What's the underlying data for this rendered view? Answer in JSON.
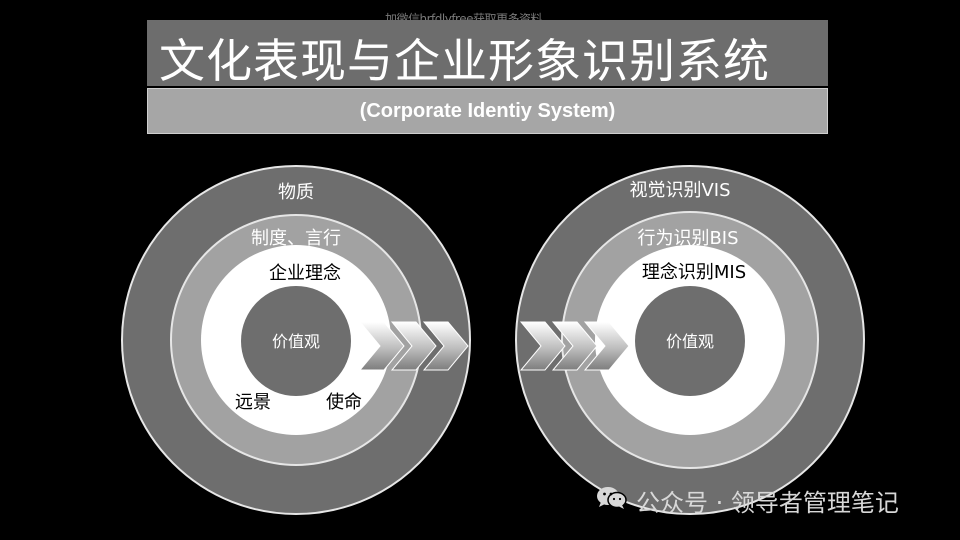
{
  "top_note": "加微信hrfdlyfree获取更多资料",
  "title": "文化表现与企业形象识别系统",
  "subtitle": "(Corporate Identiy System)",
  "left_circle": {
    "outer_label": "物质",
    "middle_label": "制度、言行",
    "inner_label": "企业理念",
    "core_label": "价值观",
    "bottom_left_label": "远景",
    "bottom_right_label": "使命"
  },
  "right_circle": {
    "outer_label": "视觉识别VIS",
    "middle_label": "行为识别BIS",
    "inner_label": "理念识别MIS",
    "core_label": "价值观"
  },
  "watermark": {
    "text": "公众号 · 领导者管理笔记",
    "icon": "wechat-icon"
  },
  "colors": {
    "background": "#000000",
    "outer_ring": "#6e6e6e",
    "middle_ring": "#a2a2a2",
    "inner_ring": "#ffffff",
    "core": "#6e6e6e",
    "title_bar": "#6d6d6d",
    "subtitle_bar": "#a6a6a6"
  }
}
